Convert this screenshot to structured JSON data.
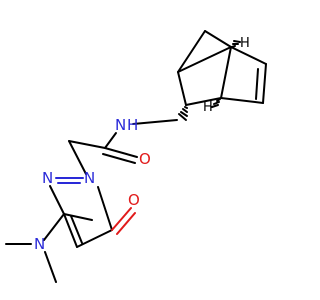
{
  "molecule": {
    "atoms": {
      "amide_n": "N",
      "amide_h": "H",
      "carbonyl_o": "O",
      "ring_n1": "N",
      "ring_n2": "N",
      "ring_o": "O",
      "dimethyl_n": "N",
      "stereo_h_top": "H",
      "stereo_h_bottom": "H"
    },
    "colors": {
      "carbon_bond": "#000000",
      "nitrogen": "#2a2ad8",
      "oxygen": "#e11b1b",
      "background": "#ffffff"
    }
  }
}
